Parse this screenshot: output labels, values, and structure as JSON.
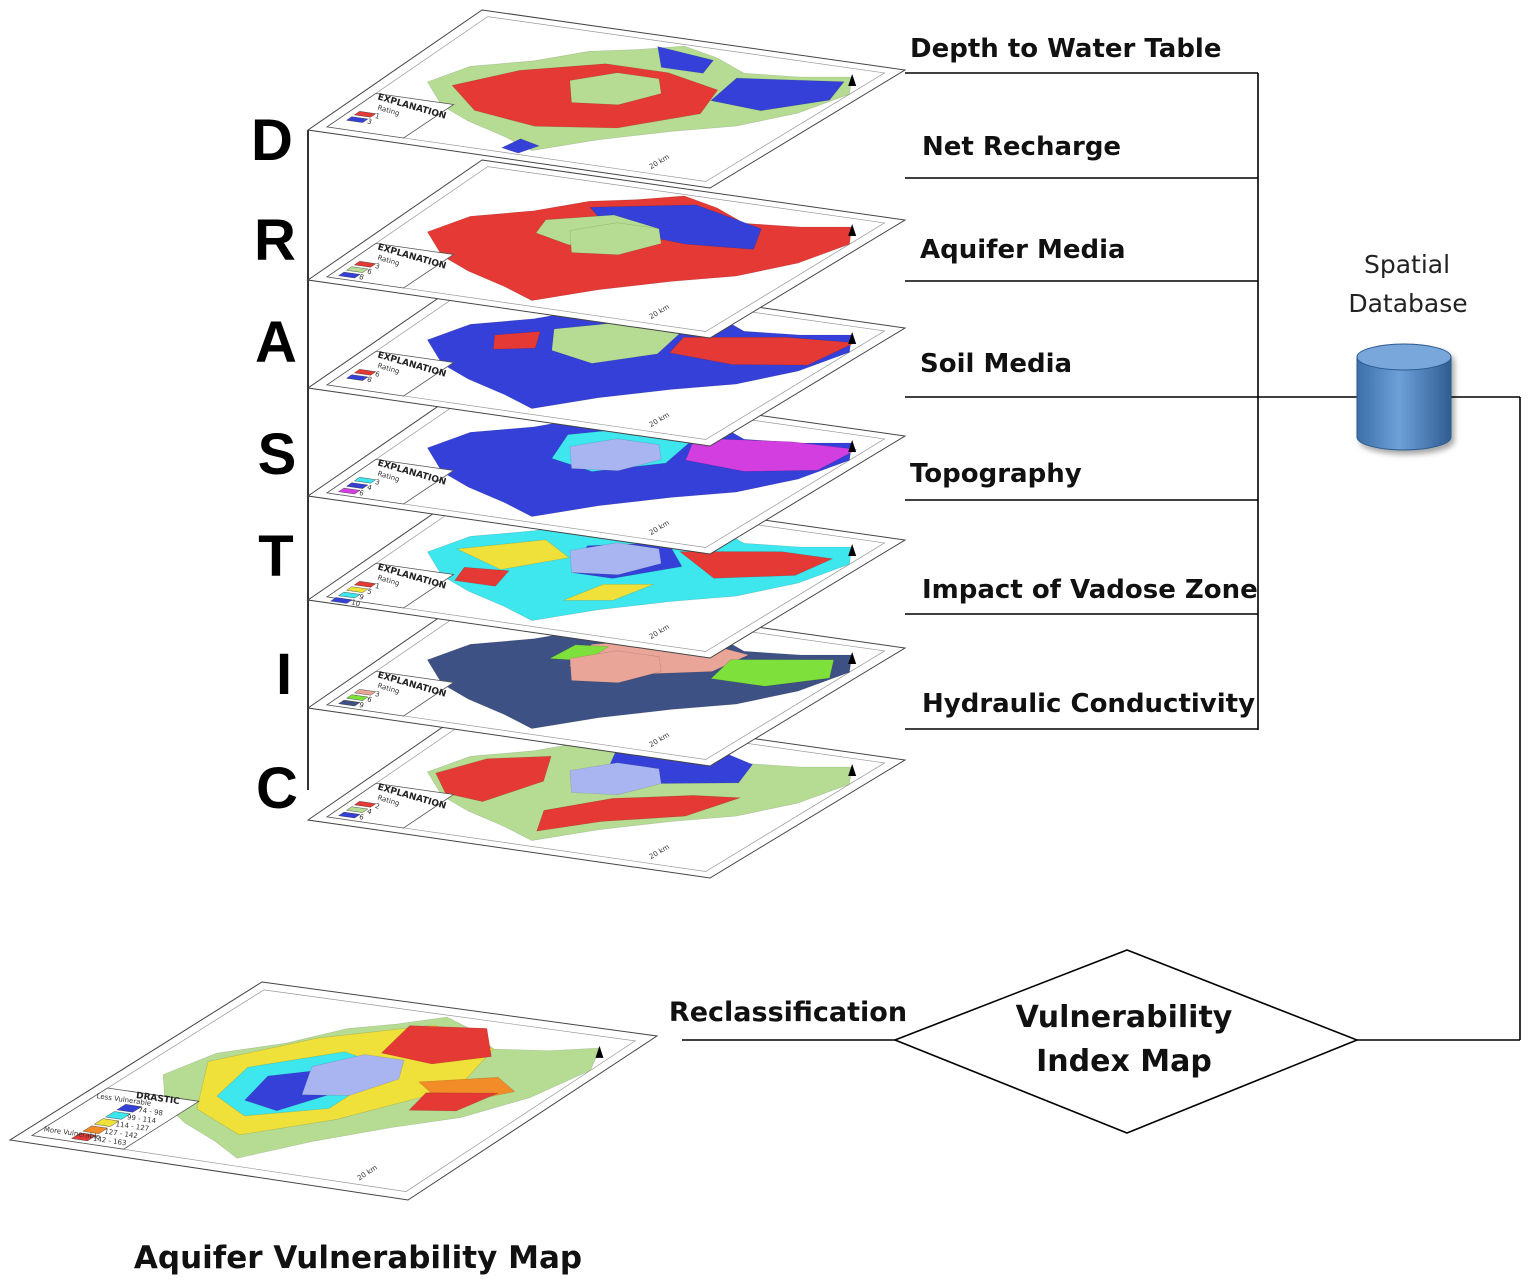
{
  "colors": {
    "red": "#e53935",
    "green": "#b5dc92",
    "blue": "#3540d8",
    "lightblue": "#a9b5f0",
    "cyan": "#3ee6ee",
    "magenta": "#d23ee0",
    "navy": "#3e5184",
    "salmon": "#e9a598",
    "lime": "#7ee03a",
    "yellow": "#f0e03a",
    "orange": "#f28c28",
    "db_blue": "#4f81bd"
  },
  "letters": [
    "D",
    "R",
    "A",
    "S",
    "T",
    "I",
    "C"
  ],
  "layers": [
    {
      "name": "Depth to Water Table",
      "legend_title": "EXPLANATION",
      "legend_sub": "Rating",
      "legend": [
        {
          "color": "red",
          "value": "1"
        },
        {
          "color": "blue",
          "value": "3"
        }
      ],
      "scheme": "depth"
    },
    {
      "name": "Net Recharge",
      "legend_title": "EXPLANATION",
      "legend_sub": "Rating",
      "legend": [
        {
          "color": "red",
          "value": "3"
        },
        {
          "color": "green",
          "value": "6"
        },
        {
          "color": "blue",
          "value": "8"
        }
      ],
      "scheme": "recharge"
    },
    {
      "name": "Aquifer Media",
      "legend_title": "EXPLANATION",
      "legend_sub": "Rating",
      "legend": [
        {
          "color": "red",
          "value": "6"
        },
        {
          "color": "blue",
          "value": "8"
        }
      ],
      "scheme": "aquifer"
    },
    {
      "name": "Soil Media",
      "legend_title": "EXPLANATION",
      "legend_sub": "Rating",
      "legend": [
        {
          "color": "cyan",
          "value": "3"
        },
        {
          "color": "blue",
          "value": "4"
        },
        {
          "color": "magenta",
          "value": "6"
        }
      ],
      "scheme": "soil"
    },
    {
      "name": "Topography",
      "legend_title": "EXPLANATION",
      "legend_sub": "Rating",
      "legend": [
        {
          "color": "red",
          "value": "1"
        },
        {
          "color": "yellow",
          "value": "5"
        },
        {
          "color": "cyan",
          "value": "9"
        },
        {
          "color": "blue",
          "value": "10"
        }
      ],
      "scheme": "topo"
    },
    {
      "name": "Impact of Vadose Zone",
      "legend_title": "EXPLANATION",
      "legend_sub": "Rating",
      "legend": [
        {
          "color": "salmon",
          "value": "3"
        },
        {
          "color": "lime",
          "value": "6"
        },
        {
          "color": "navy",
          "value": "9"
        }
      ],
      "scheme": "vadose"
    },
    {
      "name": "Hydraulic Conductivity",
      "legend_title": "EXPLANATION",
      "legend_sub": "Rating",
      "legend": [
        {
          "color": "red",
          "value": "2"
        },
        {
          "color": "green",
          "value": "4"
        },
        {
          "color": "blue",
          "value": "6"
        }
      ],
      "scheme": "conductivity"
    }
  ],
  "scale_label": "20 km",
  "database_label_line1": "Spatial",
  "database_label_line2": "Database",
  "diamond_line1": "Vulnerability",
  "diamond_line2": "Index Map",
  "reclass_label": "Reclassification",
  "output_title": "Aquifer Vulnerability Map",
  "output_legend": {
    "title": "DRASTIC",
    "less": "Less Vulnerable",
    "more": "More Vulnerable",
    "classes": [
      {
        "color": "blue",
        "range": "74 - 98"
      },
      {
        "color": "cyan",
        "range": "99 - 114"
      },
      {
        "color": "yellow",
        "range": "114 - 127"
      },
      {
        "color": "orange",
        "range": "127 - 142"
      },
      {
        "color": "red",
        "range": "142 - 163"
      }
    ]
  }
}
